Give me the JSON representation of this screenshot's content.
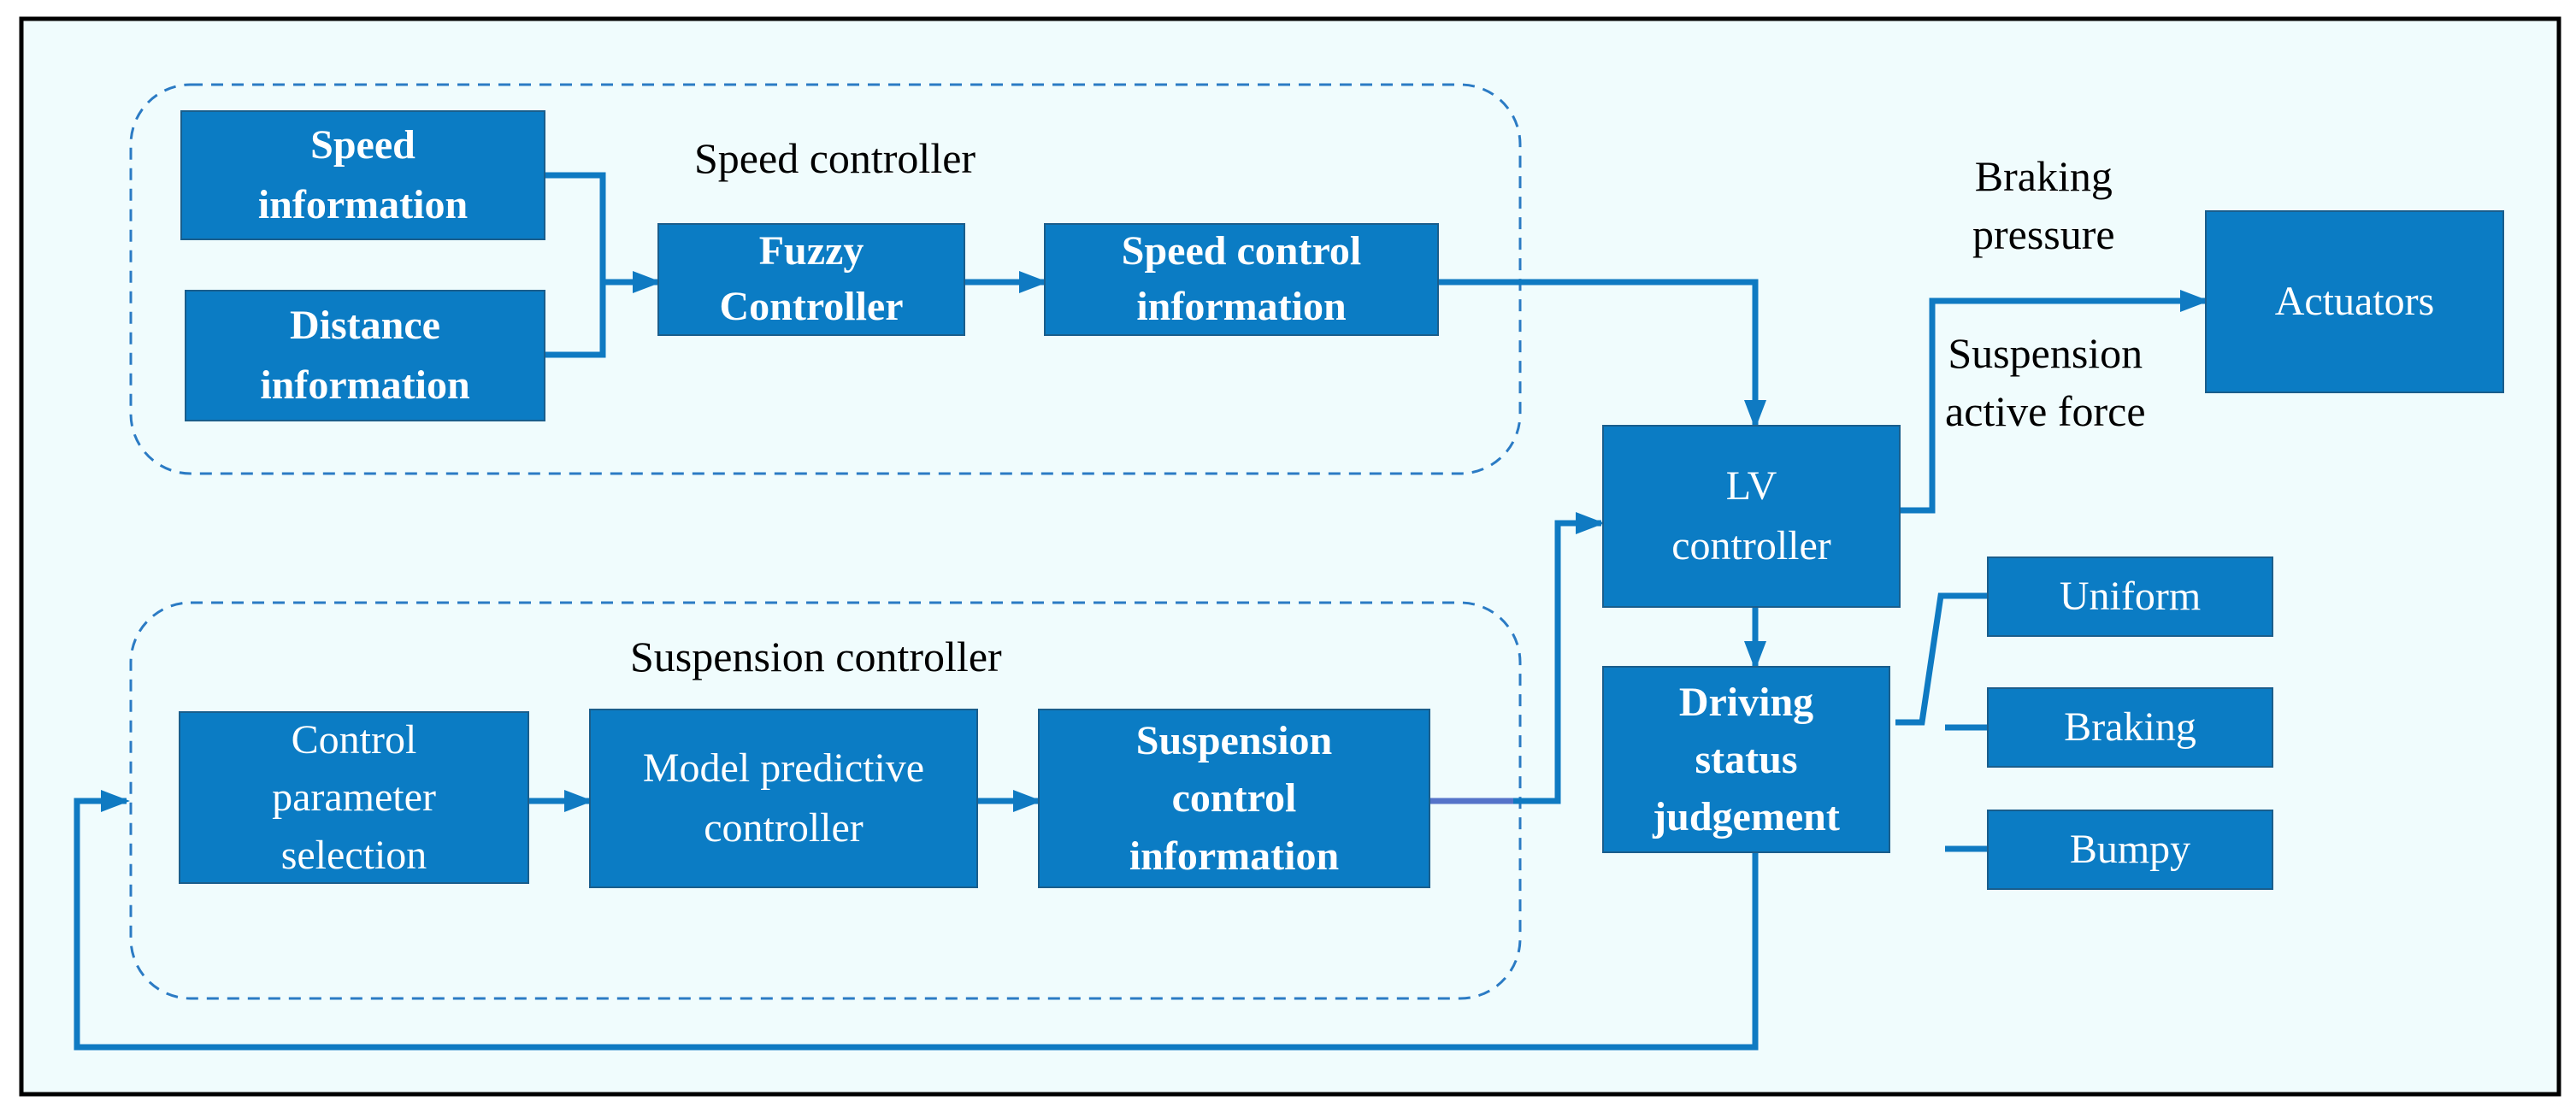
{
  "colors": {
    "background": "#f0fcfd",
    "box_fill": "#0b7cc4",
    "box_border": "#1a5e8c",
    "arrow": "#0f7ac2",
    "dashed": "#2b7bc4",
    "frame": "#000000"
  },
  "groups": {
    "speed_controller": "Speed controller",
    "suspension_controller": "Suspension controller"
  },
  "nodes": {
    "speed_information": "Speed\ninformation",
    "distance_information": "Distance\ninformation",
    "fuzzy_controller": "Fuzzy\nController",
    "speed_control_information": "Speed control\ninformation",
    "control_parameter_selection": "Control\nparameter\nselection",
    "model_predictive_controller": "Model predictive\ncontroller",
    "suspension_control_information": "Suspension\ncontrol\ninformation",
    "lv_controller": "LV\ncontroller",
    "driving_status_judgement": "Driving\nstatus\njudgement",
    "actuators": "Actuators",
    "uniform": "Uniform",
    "braking": "Braking",
    "bumpy": "Bumpy"
  },
  "edge_labels": {
    "braking_pressure": "Braking\npressure",
    "suspension_active_force": "Suspension\nactive force"
  }
}
